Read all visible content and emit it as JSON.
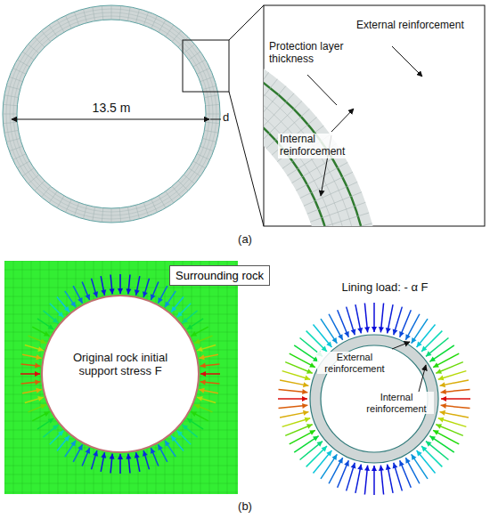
{
  "diagram": {
    "nodes": [
      {
        "text": [
          "Surrounding rock"
        ]
      }
    ],
    "labels": [
      "13.5 m",
      "d",
      "Protection layer thickness",
      "External reinforcement",
      "Internal reinforcement",
      "(a)",
      "Original rock initial support stress F",
      "Lining load: - α F",
      "External reinforcement",
      "Internal reinforcement",
      "(b)"
    ]
  }
}
